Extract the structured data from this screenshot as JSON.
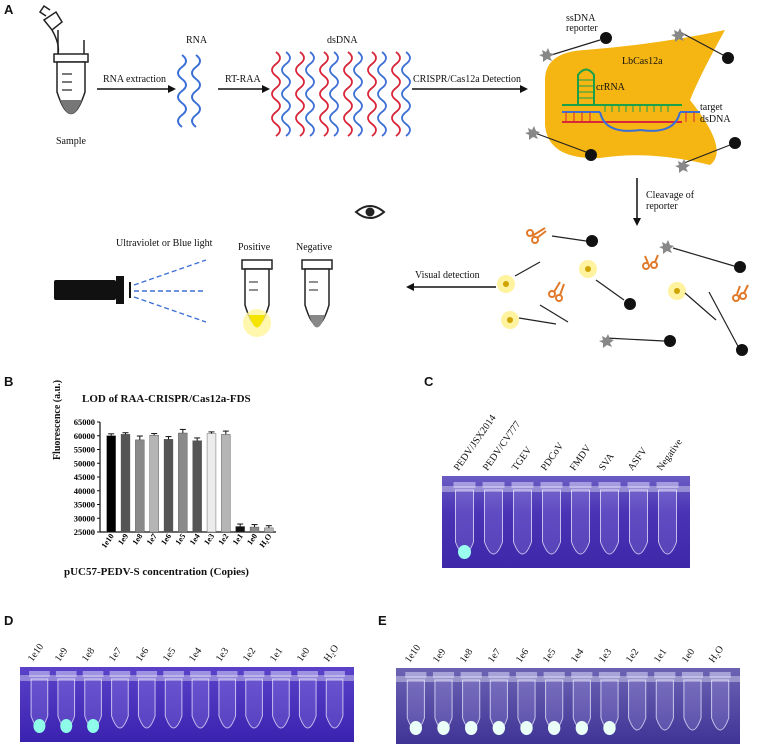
{
  "panels": {
    "a": "A",
    "b": "B",
    "c": "C",
    "d": "D",
    "e": "E"
  },
  "panel_a": {
    "sample": "Sample",
    "rna_extraction": "RNA extraction",
    "rna": "RNA",
    "rt_raa": "RT-RAA",
    "dsdna": "dsDNA",
    "crispr_detection": "CRISPR/Cas12a Detection",
    "ssdna_reporter": "ssDNA\nreporter",
    "lbcas12a": "LbCas12a",
    "crrna": "crRNA",
    "target": "target",
    "dsdna_label": "dsDNA",
    "cleavage": "Cleavage of\nreporter",
    "visual_detection": "Visual detection",
    "light": "Ultraviolet or Blue light",
    "positive": "Positive",
    "negative": "Negative"
  },
  "panel_c": {
    "labels": [
      "PEDV/JSX2014",
      "PEDV/CV777",
      "TGEV",
      "PDCoV",
      "FMDV",
      "SVA",
      "ASFV",
      "Negative"
    ]
  },
  "panel_d": {
    "labels": [
      "1e10",
      "1e9",
      "1e8",
      "1e7",
      "1e6",
      "1e5",
      "1e4",
      "1e3",
      "1e2",
      "1e1",
      "1e0",
      "H₂O"
    ]
  },
  "panel_e": {
    "labels": [
      "1e10",
      "1e9",
      "1e8",
      "1e7",
      "1e6",
      "1e5",
      "1e4",
      "1e3",
      "1e2",
      "1e1",
      "1e0",
      "H₂O"
    ]
  },
  "chart_data": {
    "type": "bar",
    "title": "LOD of RAA-CRISPR/Cas12a-FDS",
    "xlabel": "pUC57-PEDV-S concentration (Copies)",
    "ylabel": "Fluorescence (a.u.)",
    "ylim": [
      25000,
      65000
    ],
    "yticks": [
      25000,
      30000,
      35000,
      40000,
      45000,
      50000,
      55000,
      60000,
      65000
    ],
    "categories": [
      "1e10",
      "1e9",
      "1e8",
      "1e7",
      "1e6",
      "1e5",
      "1e4",
      "1e3",
      "1e2",
      "1e1",
      "1e0",
      "H₂O"
    ],
    "values": [
      60000,
      60500,
      58500,
      60200,
      58700,
      61000,
      58200,
      60800,
      60500,
      27000,
      26800,
      26500
    ],
    "errors": [
      700,
      600,
      1400,
      600,
      1000,
      1300,
      1000,
      600,
      1200,
      900,
      900,
      800
    ],
    "colors": [
      "#000000",
      "#555555",
      "#8a8a8a",
      "#b5b5b5",
      "#555555",
      "#8a8a8a",
      "#555555",
      "#ececec",
      "#b5b5b5",
      "#111111",
      "#8a8a8a",
      "#b5b5b5"
    ]
  }
}
